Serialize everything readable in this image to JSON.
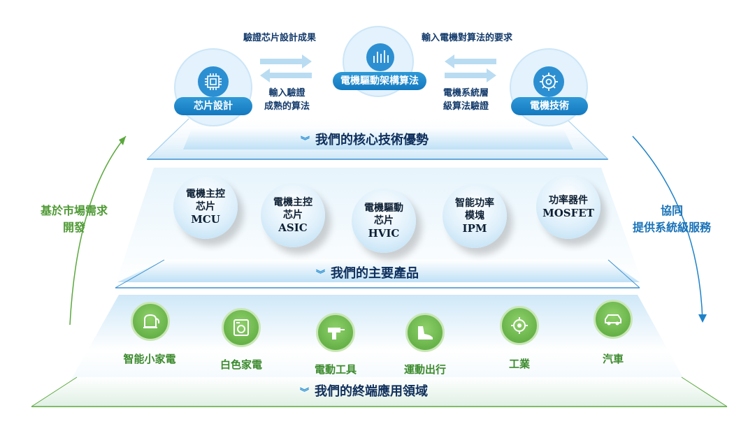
{
  "colors": {
    "green": "#5aa83c",
    "blue": "#1e82c8",
    "navy": "#0f2f5c"
  },
  "core": {
    "chip_design": {
      "label": "芯片設計",
      "icon": "chip-icon"
    },
    "algorithm": {
      "label": "電機驅動架構算法",
      "icon": "waveform-icon"
    },
    "motor_tech": {
      "label": "電機技術",
      "icon": "gear-icon"
    },
    "note_top_left": "驗證芯片設計成果",
    "note_top_right": "輸入電機對算法的要求",
    "note_mid_left": [
      "輸入驗證",
      "成熟的算法"
    ],
    "note_mid_right": [
      "電機系統層",
      "級算法驗證"
    ],
    "title": "我們的核心技術優勢"
  },
  "products": {
    "title": "我們的主要產品",
    "items": [
      {
        "line1": "電機主控",
        "line2": "芯片",
        "line3": "MCU"
      },
      {
        "line1": "電機主控",
        "line2": "芯片",
        "line3": "ASIC"
      },
      {
        "line1": "電機驅動",
        "line2": "芯片",
        "line3": "HVIC"
      },
      {
        "line1": "智能功率",
        "line2": "模塊",
        "line3": "IPM"
      },
      {
        "line1": "功率器件",
        "line2": "MOSFET",
        "line3": ""
      }
    ]
  },
  "applications": {
    "title": "我們的終端應用領域",
    "items": [
      {
        "label": "智能小家電",
        "icon": "kettle-icon"
      },
      {
        "label": "白色家電",
        "icon": "washing-machine-icon"
      },
      {
        "label": "電動工具",
        "icon": "drill-icon"
      },
      {
        "label": "運動出行",
        "icon": "shoe-icon"
      },
      {
        "label": "工業",
        "icon": "gear-icon"
      },
      {
        "label": "汽車",
        "icon": "car-icon"
      }
    ]
  },
  "side_left": [
    "基於市場需求",
    "開發"
  ],
  "side_right": [
    "協同",
    "提供系統級服務"
  ]
}
